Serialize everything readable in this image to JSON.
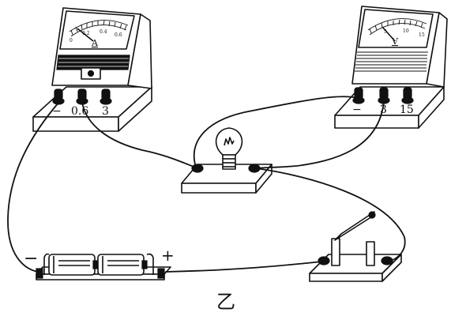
{
  "ammeter": {
    "letter": "A",
    "scale": [
      "0",
      "0.2",
      "0.4",
      "0.6"
    ],
    "terminals": [
      "−",
      "0.6",
      "3"
    ]
  },
  "voltmeter": {
    "letter": "V",
    "scale": [
      "5",
      "10",
      "15"
    ],
    "terminals": [
      "−",
      "3",
      "15"
    ]
  },
  "battery": {
    "minus": "−",
    "plus": "+"
  },
  "caption": "乙"
}
